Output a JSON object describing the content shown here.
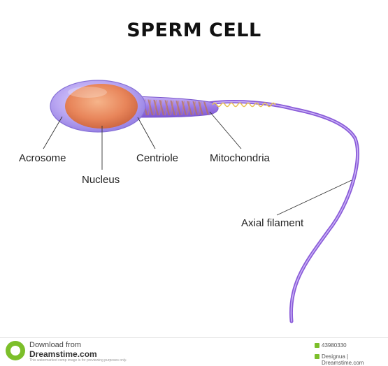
{
  "title": "SPERM CELL",
  "labels": {
    "acrosome": "Acrosome",
    "nucleus": "Nucleus",
    "centriole": "Centriole",
    "mitochondria": "Mitochondria",
    "axial_filament": "Axial filament"
  },
  "footer": {
    "download_from": "Download from",
    "site": "Dreamstime.com",
    "notice": "This watermarked comp image is for previewing purposes only.",
    "image_id": "43980330",
    "credit": "Designua | Dreamstime.com"
  },
  "colors": {
    "head_membrane": "#b9a6f2",
    "nucleus": "#e8855a",
    "tail": "#8a5bd8",
    "mitochondria": "#e9c35a"
  }
}
